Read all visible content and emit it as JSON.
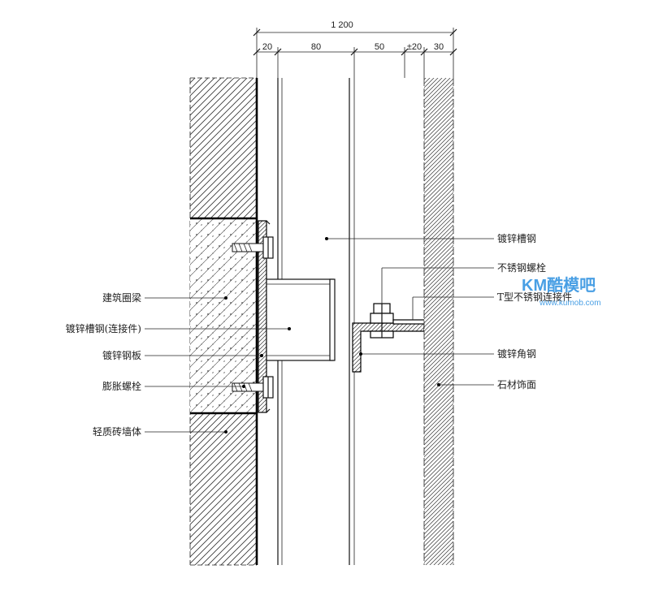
{
  "dimensions": {
    "total": "1 200",
    "segments": [
      "20",
      "80",
      "50",
      "±20",
      "30"
    ]
  },
  "labels": {
    "galvanized_channel_steel": "镀锌槽钢",
    "stainless_bolt": "不锈钢螺栓",
    "t_connector": "T型不锈钢连接件",
    "building_ring_beam": "建筑圈梁",
    "galvanized_channel_connector": "镀锌槽钢(连接件)",
    "galvanized_steel_plate": "镀锌钢板",
    "galvanized_angle_steel": "镀锌角钢",
    "expansion_bolt": "膨胀螺栓",
    "stone_facing": "石材饰面",
    "light_brick_wall": "轻质砖墙体"
  },
  "watermark": {
    "brand": "KM酷模吧",
    "url": "www.kumob.com"
  }
}
